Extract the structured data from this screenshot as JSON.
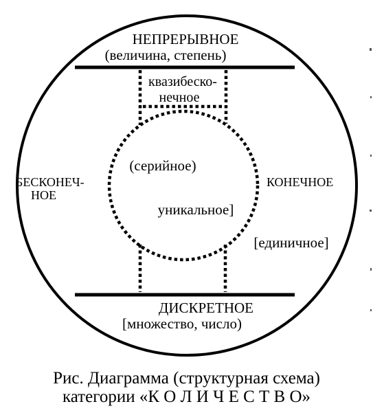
{
  "diagram": {
    "top_label": "НЕПРЕРЫВНОЕ",
    "top_sublabel": "(величина, степень)",
    "bottom_label": "ДИСКРЕТНОЕ",
    "bottom_sublabel": "[множество, число)",
    "quasi_line_1": "квазибеско-",
    "quasi_line_2": "нечное",
    "left_line_1": "БЕСКОНЕЧ-",
    "left_line_2": "НОЕ",
    "right_label": "КОНЕЧНОЕ",
    "serial": "(серийное)",
    "unique": "уникальное]",
    "single": "[единичное]"
  },
  "caption": {
    "line1": "Рис. Диаграмма (структурная схема)",
    "line2": "категории «К О Л И Ч Е С Т В О»"
  }
}
